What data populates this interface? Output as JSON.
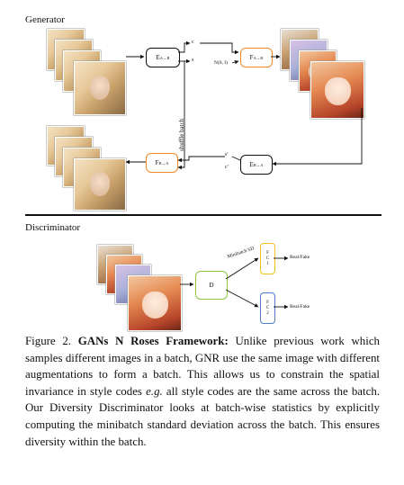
{
  "figure": {
    "sections": {
      "generator": "Generator",
      "discriminator": "Discriminator"
    },
    "generator": {
      "encoder_label": "E",
      "encoder_sub": "A→B",
      "decoder_label": "F",
      "decoder_sub": "A→B",
      "inv_encoder_label": "E",
      "inv_encoder_sub": "B→A",
      "inv_decoder_label": "F",
      "inv_decoder_sub": "B→A",
      "content_code": "c",
      "style_code": "s",
      "noise": "N(0, I)",
      "shuffle": "shuffle batch",
      "s_prime": "s'",
      "c_prime": "c'"
    },
    "discriminator": {
      "d_label": "D",
      "minibatch": "Minibatch SD",
      "fc1": "F C 1",
      "fc2": "F C 2",
      "out1": "Real/Fake",
      "out2": "Real/Fake"
    }
  },
  "caption": {
    "fig_num": "Figure 2.",
    "title": "GANs N Roses Framework:",
    "text_1": " Unlike previous work which samples different images in a batch, GNR use the same image with different augmentations to form a batch. This allows us to constrain the spatial invariance in style codes ",
    "eg": "e.g.",
    "text_2": " all style codes are the same across the batch. Our Diversity Discriminator looks at batch-wise statistics by explicitly computing the minibatch standard deviation across the batch. This ensures diversity within the batch."
  }
}
